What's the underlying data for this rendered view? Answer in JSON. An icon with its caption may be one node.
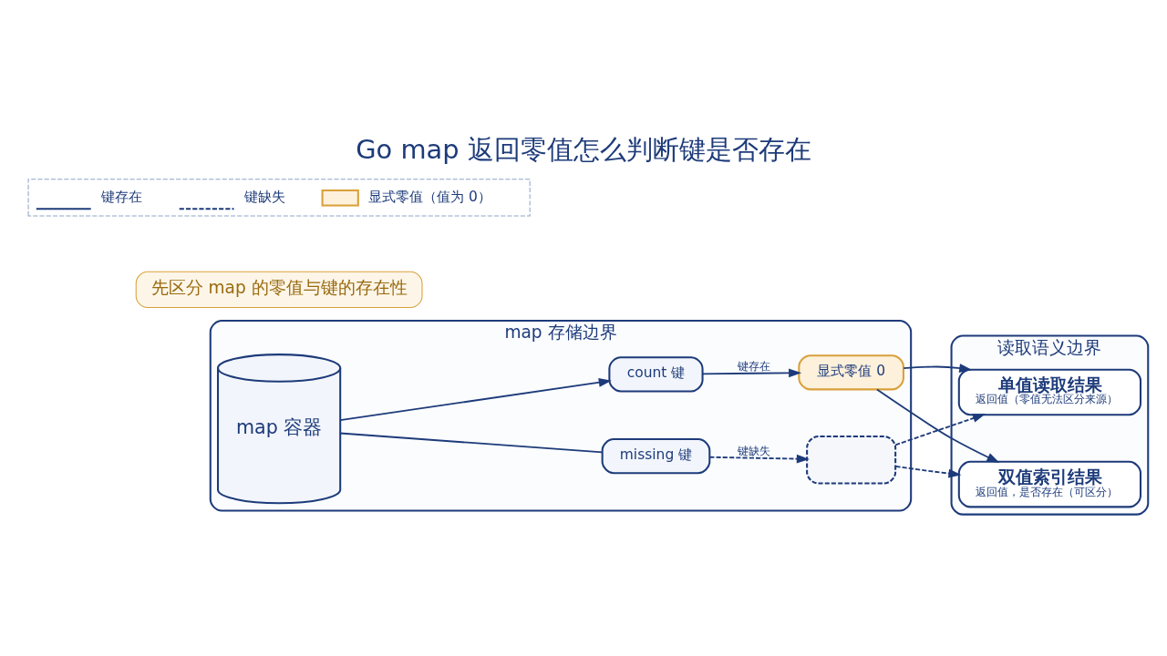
{
  "diagram": {
    "title": "Go map 返回零值怎么判断键是否存在",
    "nodes": [
      {
        "text": [
          "map 存储边界"
        ]
      },
      {
        "text": [
          "map 容器"
        ],
        "in": 0
      },
      {
        "text": [
          "count 键"
        ],
        "in": 0
      },
      {
        "text": [
          "missing 键"
        ],
        "in": 0
      },
      {
        "text": [
          "显式零值 0"
        ],
        "in": 0
      },
      {
        "text": [],
        "shape": "box",
        "in": 0
      },
      {
        "text": [
          "读取语义边界"
        ]
      },
      {
        "text": [
          "单值读取结果",
          "返回值（零值无法区分来源）"
        ],
        "in": 6
      },
      {
        "text": [
          "双值索引结果",
          "返回值，是否存在（可区分）"
        ],
        "in": 6
      }
    ],
    "edges": [
      {
        "from": 1,
        "to": 2,
        "arrow": "to"
      },
      {
        "from": 1,
        "to": 3,
        "arrow": "none"
      },
      {
        "from": 2,
        "to": 4,
        "label": "键存在",
        "arrow": "to"
      },
      {
        "from": 3,
        "to": 5,
        "label": "键缺失",
        "arrow": "to",
        "style": "dashed"
      },
      {
        "from": 4,
        "to": 7,
        "arrow": "to"
      },
      {
        "from": 4,
        "to": 8,
        "arrow": "to"
      },
      {
        "from": 5,
        "to": 7,
        "arrow": "to",
        "style": "dashed"
      },
      {
        "from": 5,
        "to": 8,
        "arrow": "to",
        "style": "dashed"
      }
    ],
    "labels": [
      "先区分 map 的零值与键的存在性"
    ],
    "legend": [
      {
        "text": "键存在"
      },
      {
        "text": "键缺失"
      },
      {
        "text": "显式零值（值为 0）",
        "color": "#fdf1dc"
      }
    ]
  }
}
